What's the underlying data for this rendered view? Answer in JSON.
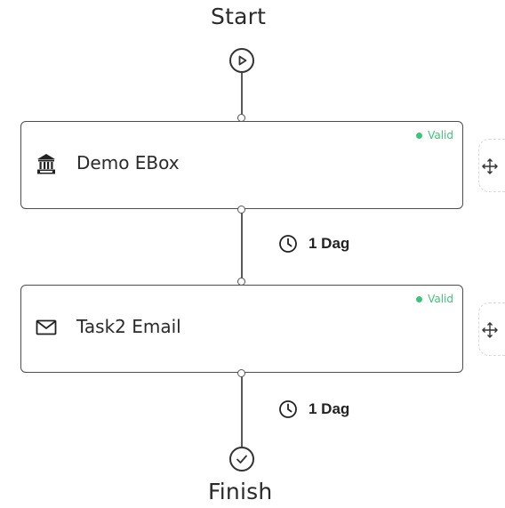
{
  "flow": {
    "start_label": "Start",
    "finish_label": "Finish"
  },
  "cards": [
    {
      "title": "Demo EBox",
      "status": "Valid",
      "icon": "bank-icon"
    },
    {
      "title": "Task2 Email",
      "status": "Valid",
      "icon": "envelope-icon"
    }
  ],
  "delays": [
    {
      "text": "1 Dag",
      "icon": "clock-icon"
    },
    {
      "text": "1 Dag",
      "icon": "clock-icon"
    }
  ],
  "colors": {
    "valid": "#3cc47c",
    "line": "#5a5a5a",
    "border": "#4d4d4d"
  }
}
